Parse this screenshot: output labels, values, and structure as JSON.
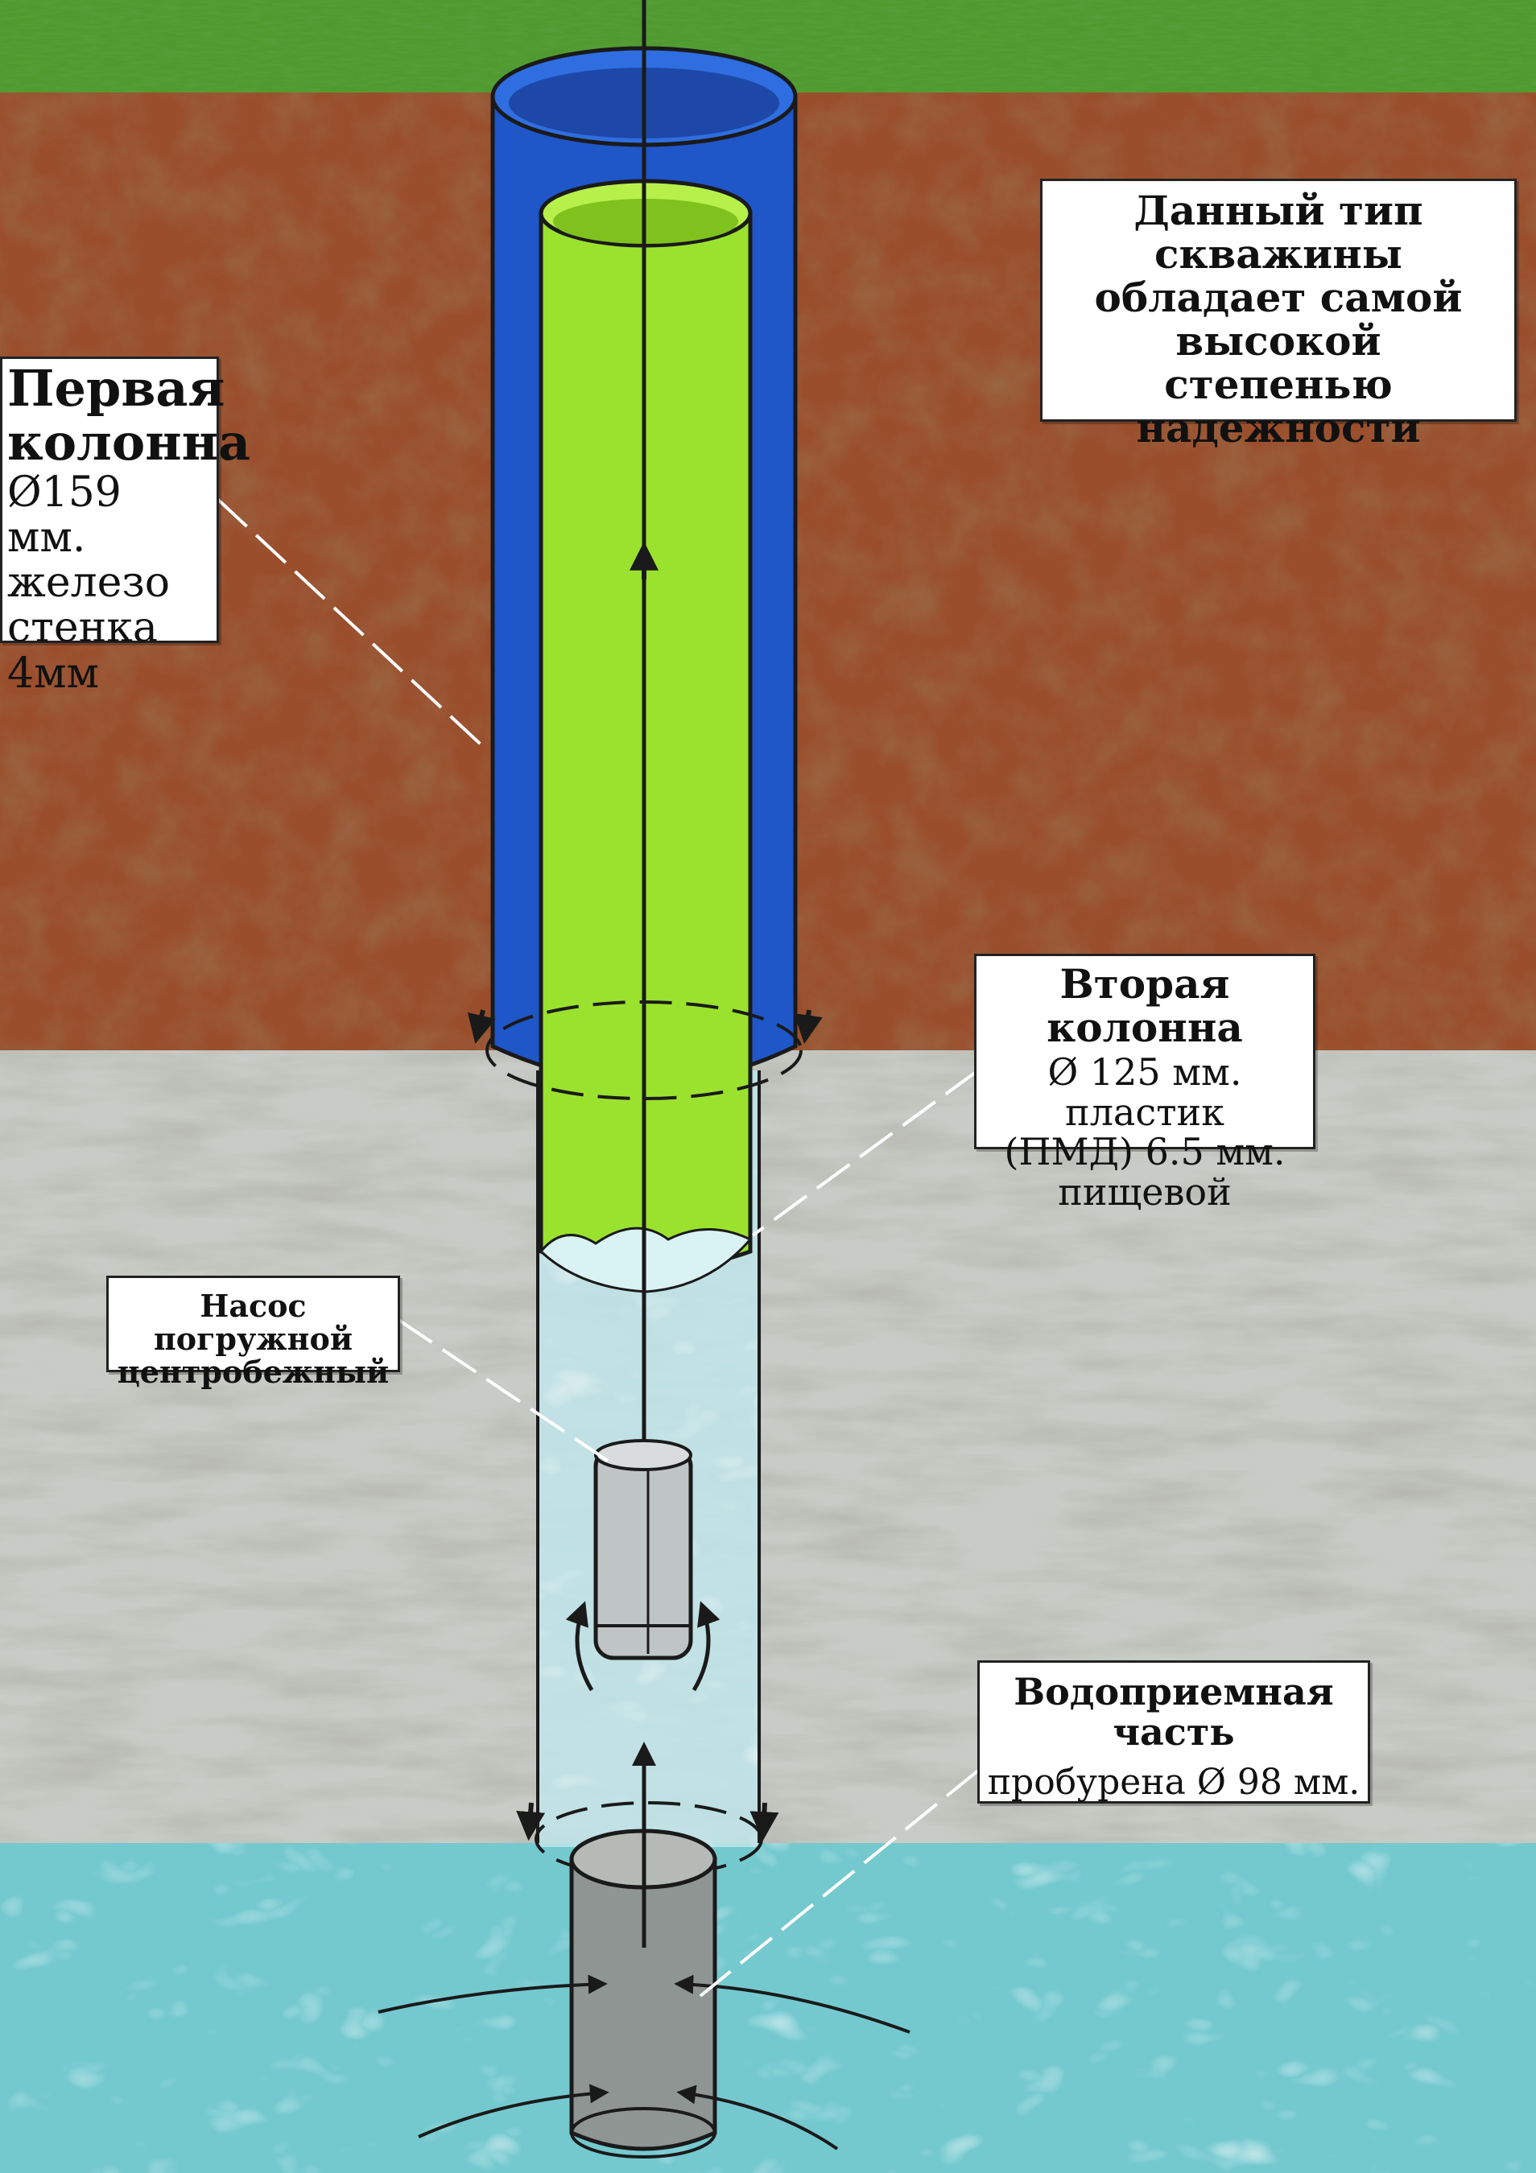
{
  "labels": {
    "reliability": {
      "lines": [
        "Данный тип",
        "скважины",
        "обладает самой",
        "высокой",
        "степенью надежности"
      ]
    },
    "first_column": {
      "title_lines": [
        "Первая",
        "колонна"
      ],
      "spec_lines": [
        "Ø159 мм.",
        "железо",
        "стенка",
        "4мм"
      ]
    },
    "second_column": {
      "title": "Вторая колонна",
      "spec_lines": [
        "Ø 125 мм. пластик",
        "(ПМД) 6.5 мм.",
        "пищевой"
      ]
    },
    "pump": {
      "lines": [
        "Насос погружной",
        "центробежный"
      ]
    },
    "intake": {
      "title": "Водоприемная часть",
      "spec": "пробурена Ø 98 мм."
    }
  },
  "colors": {
    "grass": "#4f9a2e",
    "soil": "#9a4e2c",
    "limestone": "#c9cbc6",
    "aquifer": "#74c9cf",
    "first_casing": "#1f56c8",
    "second_casing": "#9be22e",
    "water_in_pipe": "#b8e6ea",
    "pump": "#bfc4c4",
    "intake_pipe": "#8f9592",
    "outline": "#1a1a1a"
  }
}
